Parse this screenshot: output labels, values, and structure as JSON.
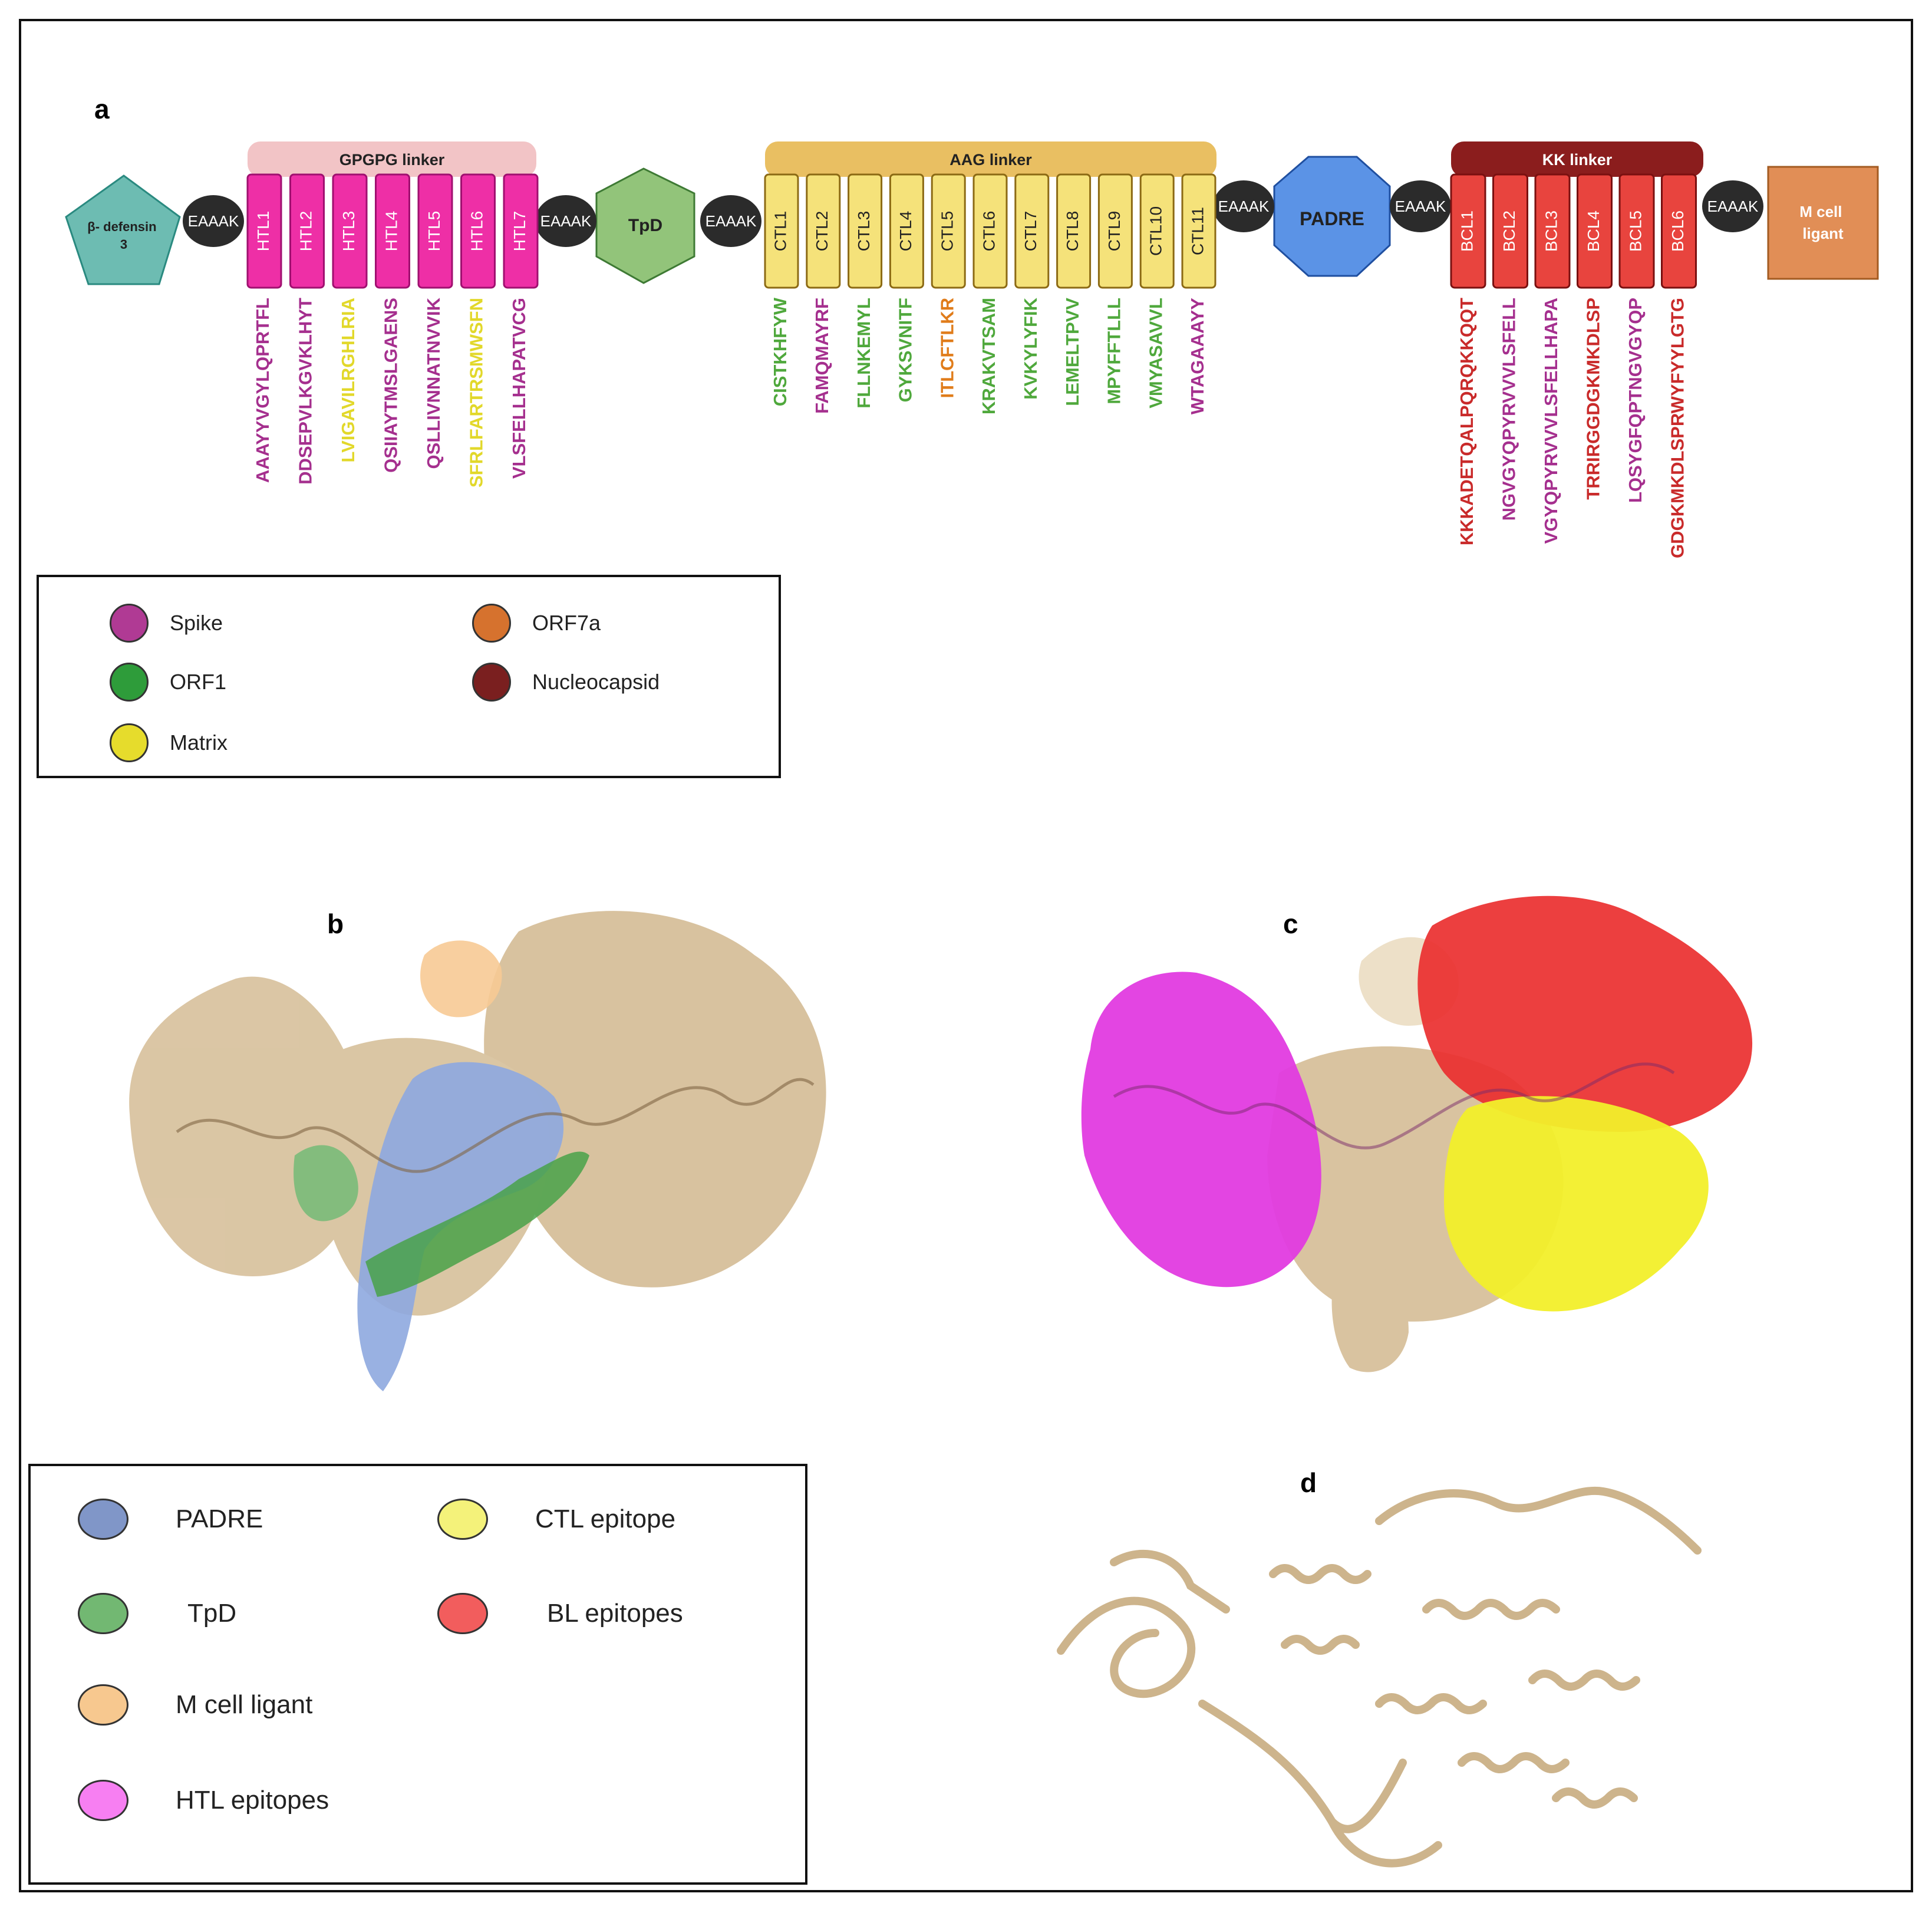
{
  "panels": {
    "a": "a",
    "b": "b",
    "c": "c",
    "d": "d"
  },
  "construct": {
    "defensin": "β- defensin 3",
    "eaaak": "EAAAK",
    "tpd": "TpD",
    "padre": "PADRE",
    "mcell": "M cell ligant",
    "htl_linker": "GPGPG linker",
    "ctl_linker": "AAG linker",
    "bcl_linker": "KK linker",
    "htl_labels": [
      "HTL1",
      "HTL2",
      "HTL3",
      "HTL4",
      "HTL5",
      "HTL6",
      "HTL7"
    ],
    "ctl_labels": [
      "CTL1",
      "CTL2",
      "CTL3",
      "CTL4",
      "CTL5",
      "CTL6",
      "CTL7",
      "CTL8",
      "CTL9",
      "CTL10",
      "CTL11"
    ],
    "bcl_labels": [
      "BCL1",
      "BCL2",
      "BCL3",
      "BCL4",
      "BCL5",
      "BCL6"
    ]
  },
  "sequences": {
    "htl": [
      {
        "seq": "AAAYYVGYLQPRTFL",
        "source": "Spike"
      },
      {
        "seq": "DDSEPVLKGVKLHYT",
        "source": "Spike"
      },
      {
        "seq": "LVIGAVILRGHLRIA",
        "source": "Matrix"
      },
      {
        "seq": "QSIIAYTMSLGAENS",
        "source": "Spike"
      },
      {
        "seq": "QSLLIVNNATNVVIK",
        "source": "Spike"
      },
      {
        "seq": "SFRLFARTRSMWSFN",
        "source": "Matrix"
      },
      {
        "seq": "VLSFELLHAPATVCG",
        "source": "Spike"
      }
    ],
    "ctl": [
      {
        "seq": "CISTKHFYW",
        "source": "ORF1"
      },
      {
        "seq": "FAMQMAYRF",
        "source": "Spike"
      },
      {
        "seq": "FLLNKEMYL",
        "source": "ORF1"
      },
      {
        "seq": "GYKSVNITF",
        "source": "ORF1"
      },
      {
        "seq": "ITLCFTLKR",
        "source": "ORF7a"
      },
      {
        "seq": "KRAKVTSAM",
        "source": "ORF1"
      },
      {
        "seq": "KVKYLYFIK",
        "source": "ORF1"
      },
      {
        "seq": "LEMELTPVV",
        "source": "ORF1"
      },
      {
        "seq": "MPYFFTLLL",
        "source": "ORF1"
      },
      {
        "seq": "VMYASAVVL",
        "source": "ORF1"
      },
      {
        "seq": "WTAGAAAYY",
        "source": "Spike"
      }
    ],
    "bcl": [
      {
        "seq": "KKKADETQALPQRQKKQQT",
        "source": "Nucleocapsid"
      },
      {
        "seq": "NGVGYQPYRVVVLSFELL",
        "source": "Spike"
      },
      {
        "seq": "VGYQPYRVVVLSFELLHAPA",
        "source": "Spike"
      },
      {
        "seq": "TRRIRGGDGKMKDLSP",
        "source": "Nucleocapsid"
      },
      {
        "seq": "LQSYGFQPTNGVGYQP",
        "source": "Spike"
      },
      {
        "seq": "GDGKMKDLSPRWYFYYLGTG",
        "source": "Nucleocapsid"
      }
    ]
  },
  "legend_source": [
    {
      "label": "Spike",
      "color": "#b03a94"
    },
    {
      "label": "ORF7a",
      "color": "#d6722e"
    },
    {
      "label": "ORF1",
      "color": "#2e9c3a"
    },
    {
      "label": "Nucleocapsid",
      "color": "#7a1f1f"
    },
    {
      "label": "Matrix",
      "color": "#e6dc2c"
    }
  ],
  "legend_structure": [
    {
      "label": "PADRE",
      "color": "#8096c8"
    },
    {
      "label": "CTL epitope",
      "color": "#f4f27a"
    },
    {
      "label": "TpD",
      "color": "#72b872"
    },
    {
      "label": "BL epitopes",
      "color": "#f25d5d"
    },
    {
      "label": "M cell ligant",
      "color": "#f7c88f"
    },
    {
      "label": "HTL epitopes",
      "color": "#f77ff2"
    }
  ],
  "colors": {
    "Spike": "#a52f8e",
    "ORF1": "#4fa83c",
    "Matrix": "#e2d82a",
    "ORF7a": "#e07c1a",
    "Nucleocapsid": "#c92a2a",
    "htl_box": "#ee2fa6",
    "ctl_box": "#f5e27a",
    "bcl_box": "#e8443e"
  }
}
